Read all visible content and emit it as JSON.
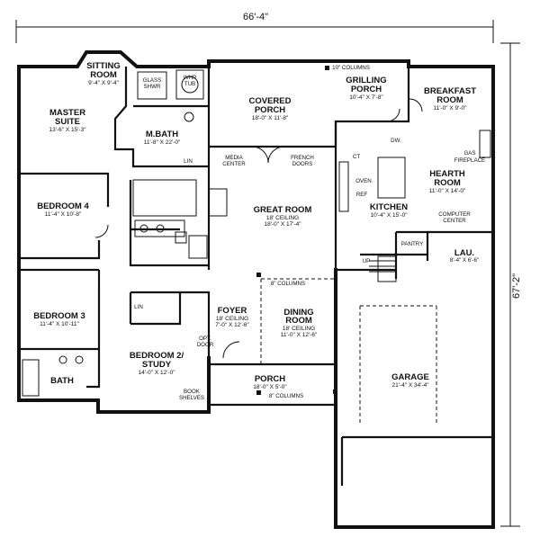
{
  "dimensions": {
    "width": "66'-4\"",
    "depth": "67'-2\""
  },
  "rooms": {
    "sitting": {
      "name1": "SITTING",
      "name2": "ROOM",
      "dim": "9'-4\" X 9'-4\""
    },
    "master": {
      "name1": "MASTER",
      "name2": "SUITE",
      "dim": "13'-6\" X 15'-3\""
    },
    "mbath": {
      "name": "M.BATH",
      "dim": "11'-8\" X 22'-0\""
    },
    "covered": {
      "name1": "COVERED",
      "name2": "PORCH",
      "dim": "18'-0\" X 11'-8\""
    },
    "grilling": {
      "name1": "GRILLING",
      "name2": "PORCH",
      "dim": "10'-4\" X 7'-8\""
    },
    "breakfast": {
      "name1": "BREAKFAST",
      "name2": "ROOM",
      "dim": "11'-0\" X 9'-0\""
    },
    "hearth": {
      "name1": "HEARTH",
      "name2": "ROOM",
      "dim": "11'-0\" X 14'-0\""
    },
    "bed4": {
      "name": "BEDROOM 4",
      "dim": "11'-4\" X 10'-8\""
    },
    "great": {
      "name": "GREAT ROOM",
      "ceiling": "18' CEILING",
      "dim": "18'-0\" X 17'-4\""
    },
    "kitchen": {
      "name": "KITCHEN",
      "dim": "10'-4\" X 15'-0\""
    },
    "lau": {
      "name": "LAU.",
      "dim": "8'-4\" X 6'-6\""
    },
    "bed3": {
      "name": "BEDROOM 3",
      "dim": "11'-4\" X 10'-11\""
    },
    "foyer": {
      "name": "FOYER",
      "ceiling": "18' CEILING",
      "dim": "7'-0\" X 12'-6\""
    },
    "dining": {
      "name1": "DINING",
      "name2": "ROOM",
      "ceiling": "18' CEILING",
      "dim": "11'-0\" X 12'-6\""
    },
    "bed2": {
      "name1": "BEDROOM 2/",
      "name2": "STUDY",
      "dim": "14'-0\" X 12'-0\""
    },
    "bath": {
      "name": "BATH"
    },
    "garage": {
      "name": "GARAGE",
      "dim": "21'-4\" X 34'-4\""
    },
    "porch": {
      "name": "PORCH",
      "dim": "18'-0\" X 5'-0\""
    }
  },
  "labels": {
    "glass_shwr1": "GLASS",
    "glass_shwr2": "SHWR",
    "whp_tub1": "WHP",
    "whp_tub2": "TUB",
    "lin1": "LIN",
    "lin2": "LIN",
    "media1": "MEDIA",
    "media2": "CENTER",
    "french1": "FRENCH",
    "french2": "DOORS",
    "dw": "DW.",
    "gas1": "GAS",
    "gas2": "FIREPLACE",
    "oven": "OVEN",
    "ref": "REF",
    "ct": "CT",
    "computer1": "COMPUTER",
    "computer2": "CENTER",
    "pantry": "PANTRY",
    "up": "UP",
    "opt1": "OPT.",
    "opt2": "DOOR",
    "book1": "BOOK",
    "book2": "SHELVES",
    "col_top": "10\" COLUMNS",
    "col_mid": "8\" COLUMNS",
    "col_bot": "8\" COLUMNS"
  }
}
